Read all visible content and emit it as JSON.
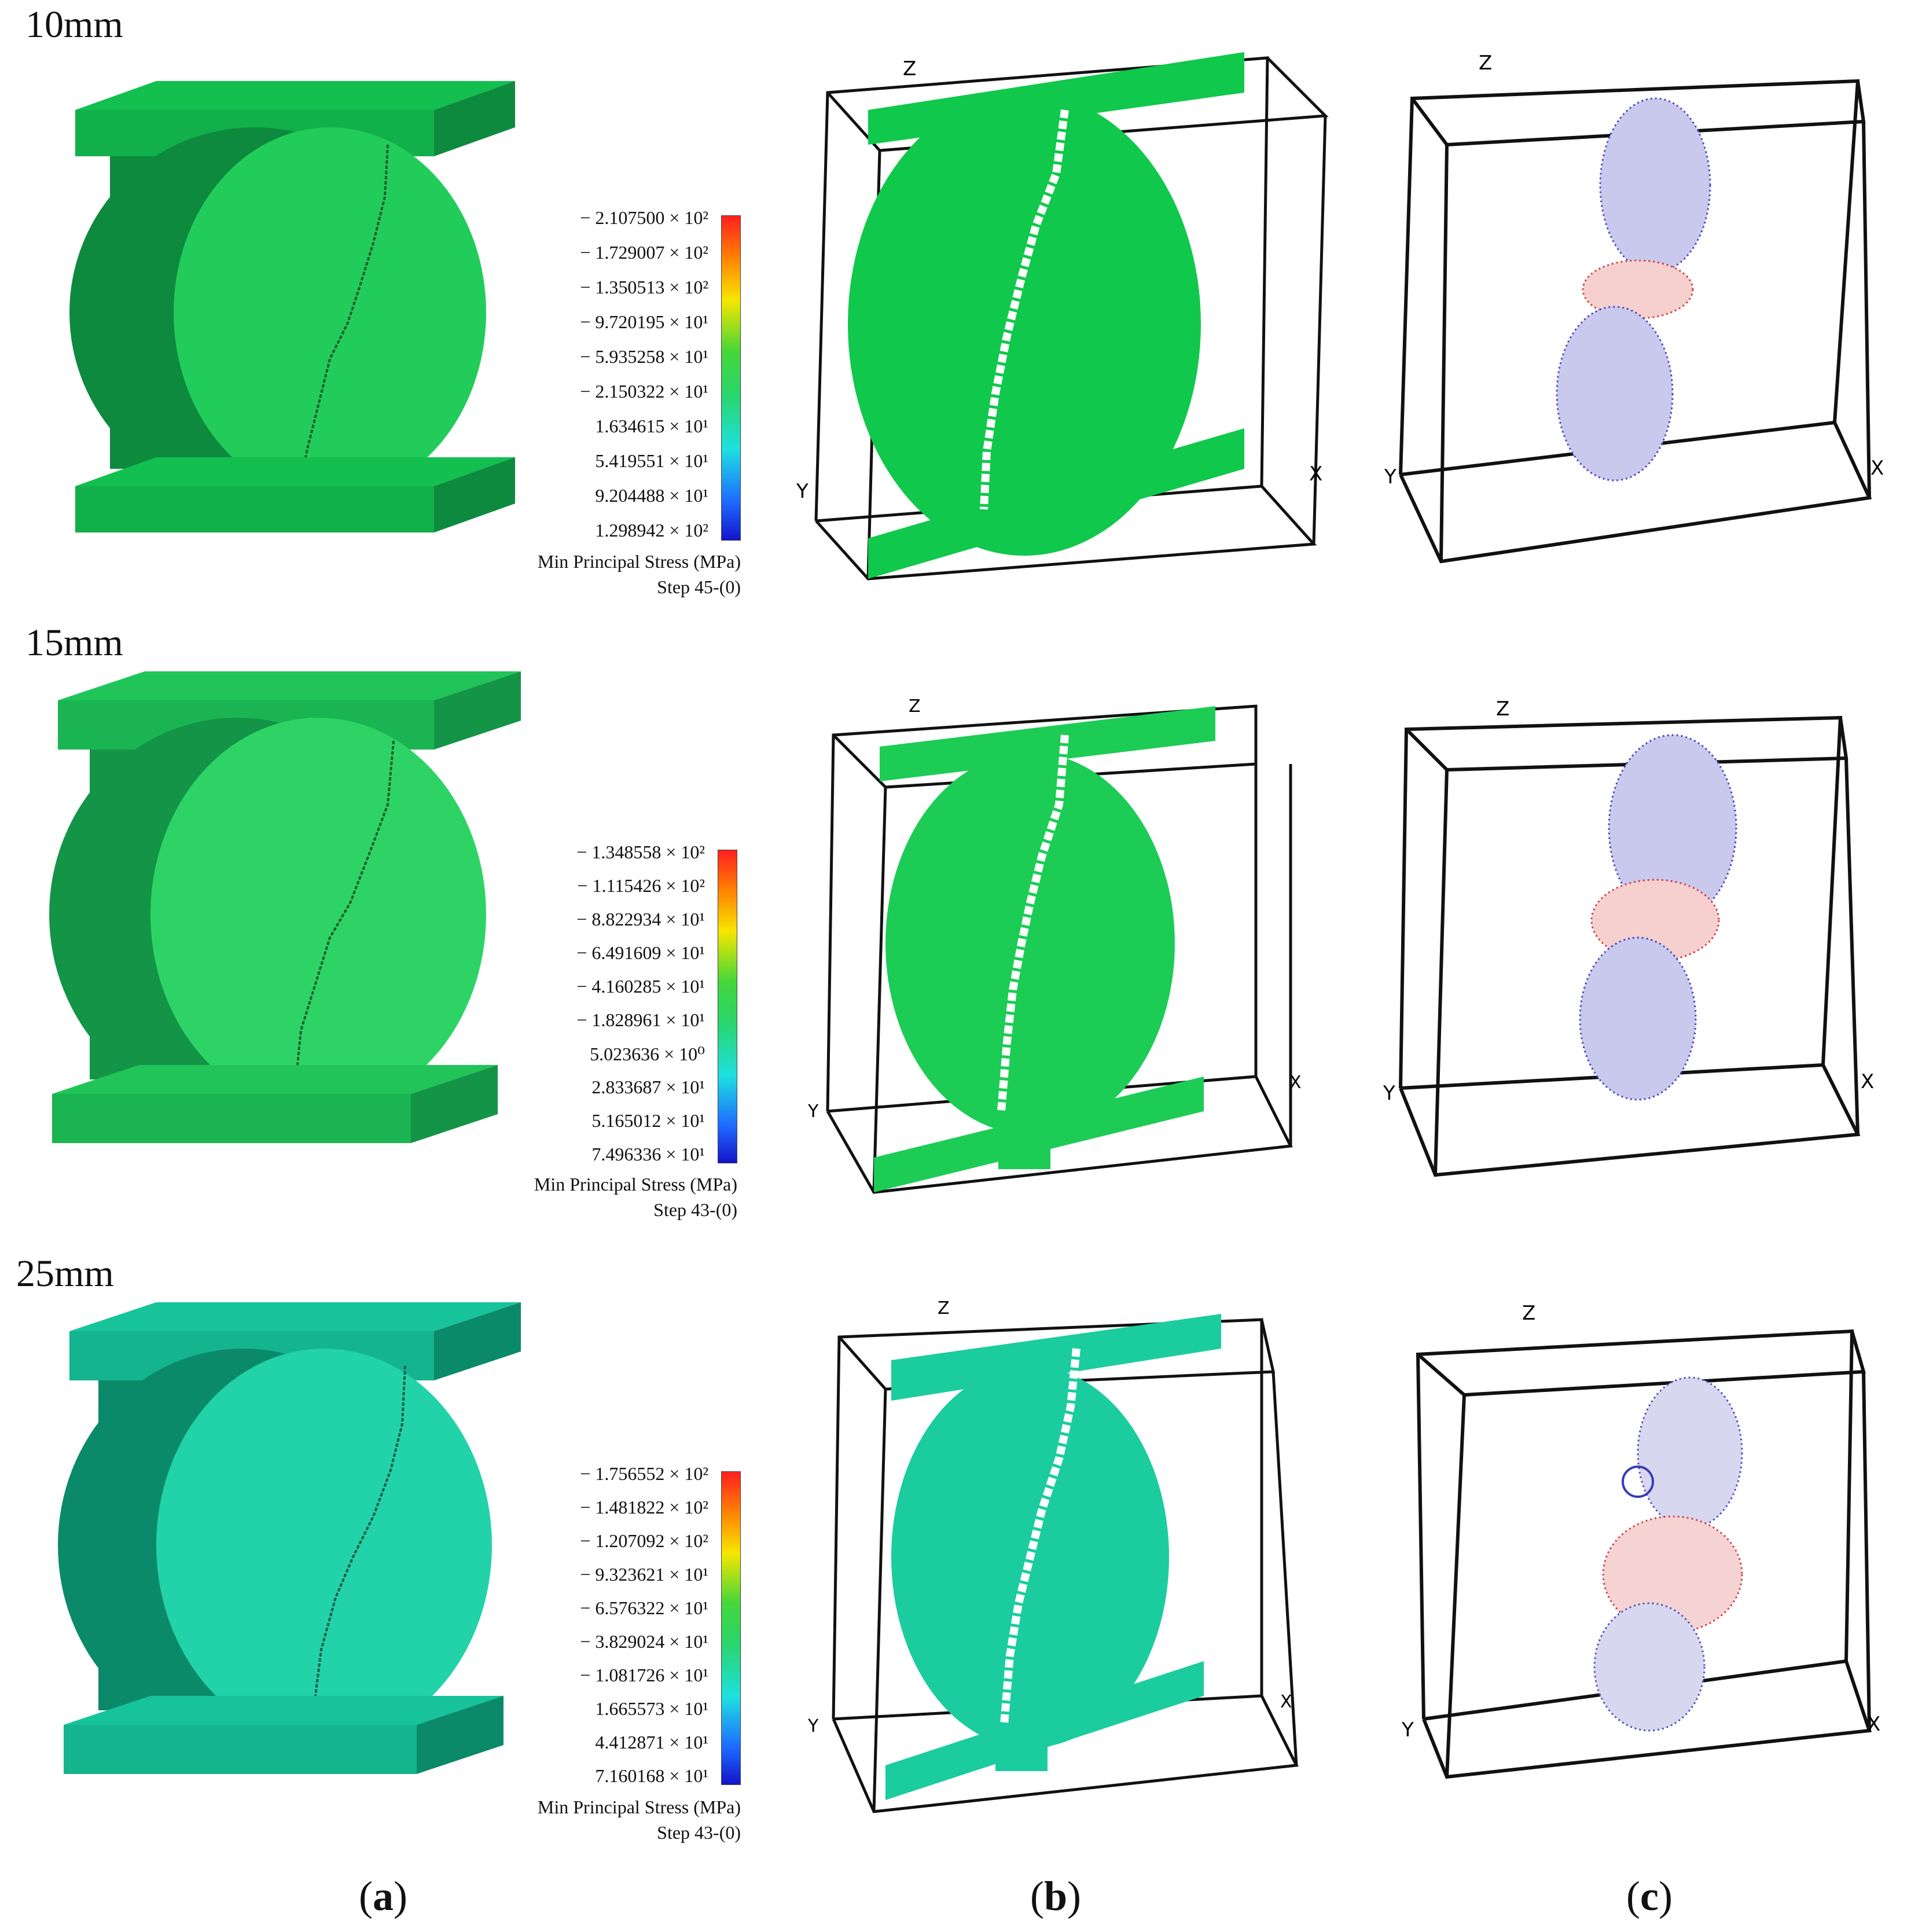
{
  "rows": [
    {
      "label": "10mm",
      "theme": {
        "side": "#0d8a3e",
        "plate_top": "#13bf4f",
        "plate_front": "#11b04a",
        "face": "#22cc5a",
        "face_b": "#10c84b"
      },
      "legend": {
        "ticks": [
          "− 2.107500 × 10²",
          "− 1.729007 × 10²",
          "− 1.350513 × 10²",
          "− 9.720195 × 10¹",
          "− 5.935258 × 10¹",
          "− 2.150322 × 10¹",
          "1.634615 × 10¹",
          "5.419551 × 10¹",
          "9.204488 × 10¹",
          "1.298942 × 10²"
        ],
        "title": "Min Principal Stress (MPa)",
        "step": "Step 45-(0)"
      }
    },
    {
      "label": "15mm",
      "theme": {
        "side": "#149446",
        "plate_top": "#20c458",
        "plate_front": "#1ab552",
        "face": "#2dd465",
        "face_b": "#1ccc55"
      },
      "legend": {
        "ticks": [
          "− 1.348558 × 10²",
          "− 1.115426 × 10²",
          "− 8.822934 × 10¹",
          "− 6.491609 × 10¹",
          "− 4.160285 × 10¹",
          "− 1.828961 × 10¹",
          "5.023636 × 10⁰",
          "2.833687 × 10¹",
          "5.165012 × 10¹",
          "7.496336 × 10¹"
        ],
        "title": "Min Principal Stress (MPa)",
        "step": "Step 43-(0)"
      }
    },
    {
      "label": "25mm",
      "theme": {
        "side": "#0b8a6a",
        "plate_top": "#17c39a",
        "plate_front": "#14b48f",
        "face": "#22d2a8",
        "face_b": "#1bcc9e"
      },
      "legend": {
        "ticks": [
          "− 1.756552 × 10²",
          "− 1.481822 × 10²",
          "− 1.207092 × 10²",
          "− 9.323621 × 10¹",
          "− 6.576322 × 10¹",
          "− 3.829024 × 10¹",
          "− 1.081726 × 10¹",
          "1.665573 × 10¹",
          "4.412871 × 10¹",
          "7.160168 × 10¹"
        ],
        "title": "Min Principal Stress (MPa)",
        "step": "Step 43-(0)"
      }
    }
  ],
  "axes": {
    "x": "X",
    "y": "Y",
    "z": "Z"
  },
  "subfigures": [
    "a",
    "b",
    "c"
  ]
}
